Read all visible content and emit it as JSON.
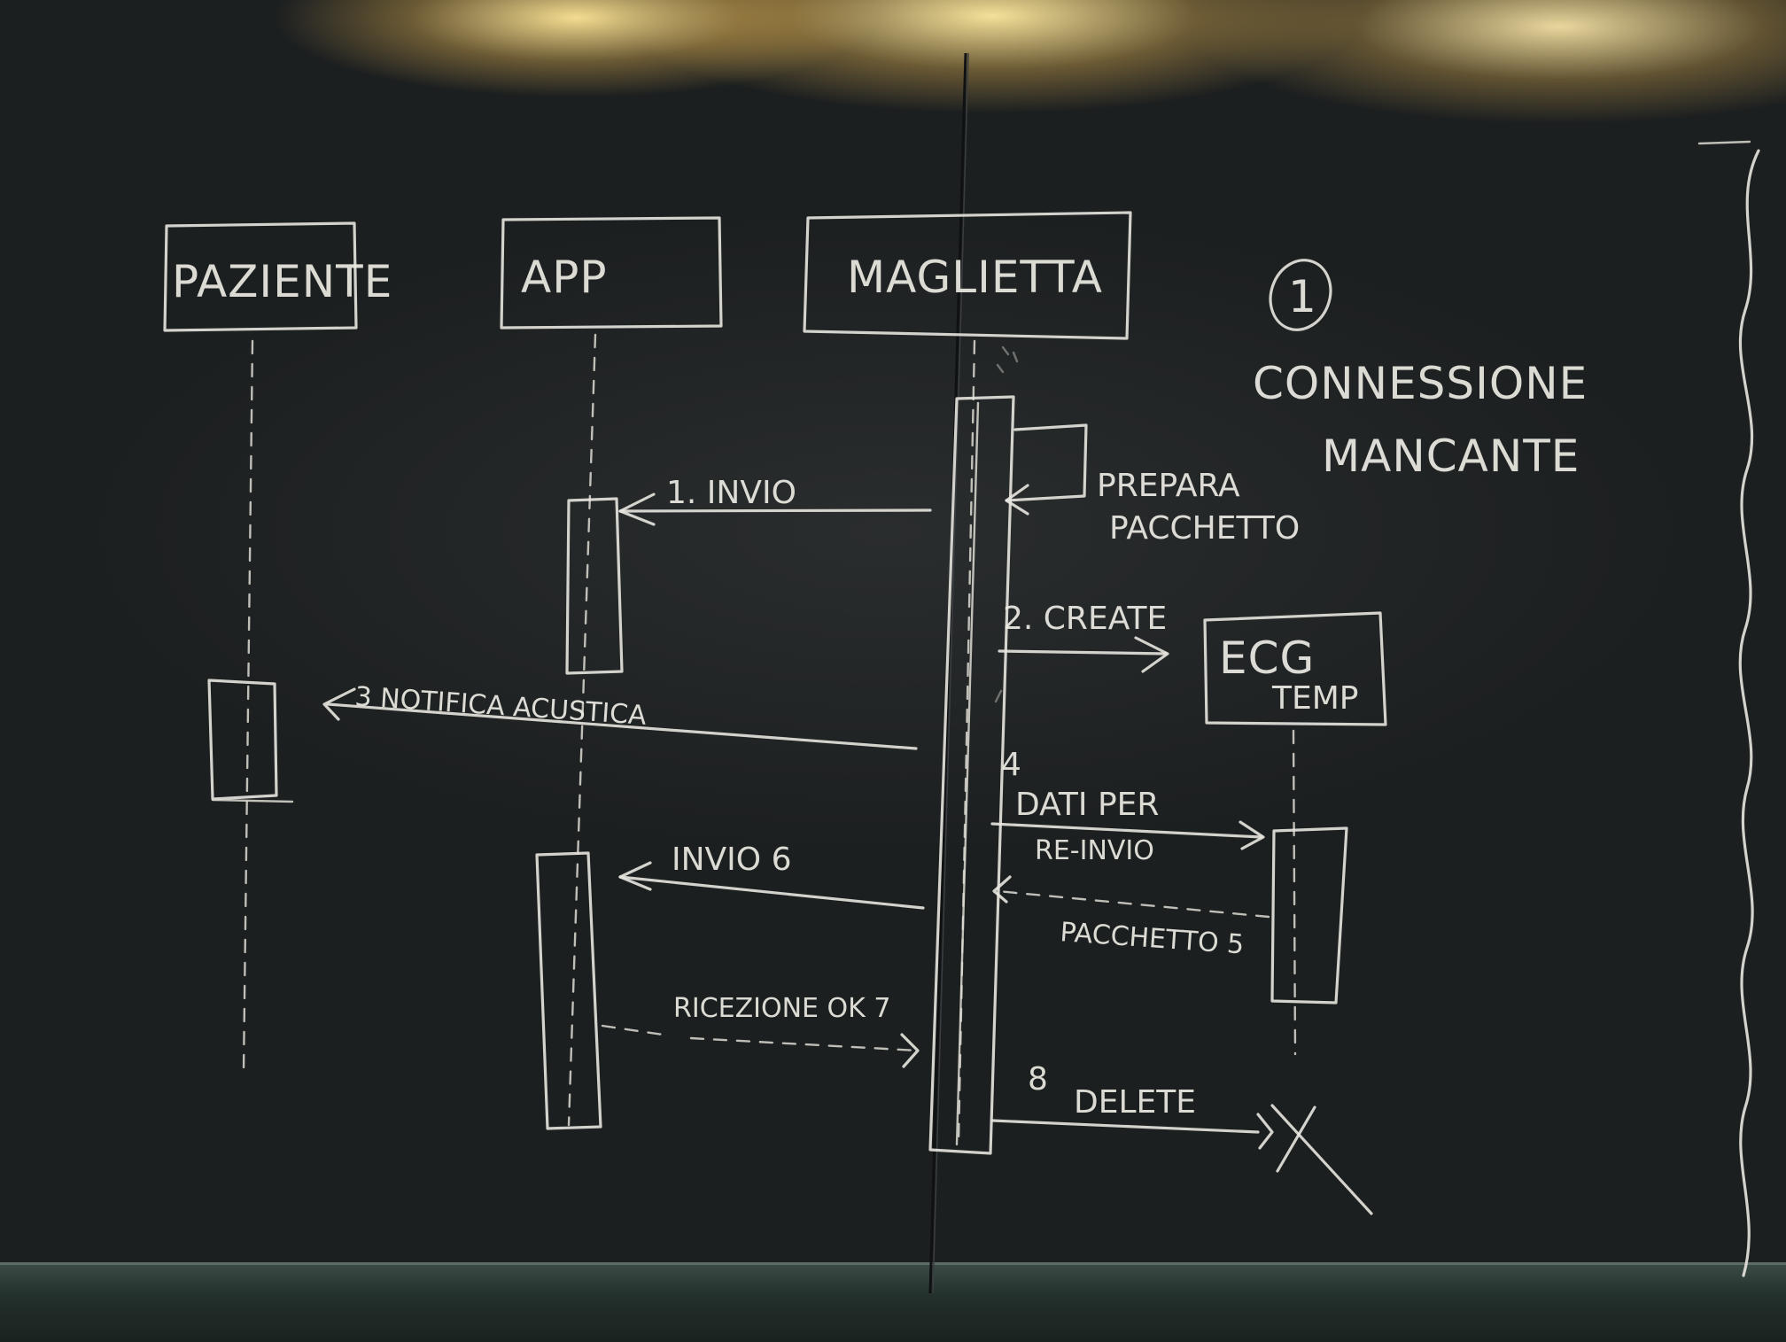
{
  "participants": {
    "paziente": "PAZIENTE",
    "app": "APP",
    "maglietta": "MAGLIETTA",
    "ecg_line1": "ECG",
    "ecg_line2": "TEMP"
  },
  "scenario": {
    "number": "1",
    "title_line1": "CONNESSIONE",
    "title_line2": "MANCANTE"
  },
  "messages": {
    "self_line1": "PREPARA",
    "self_line2": "PACCHETTO",
    "m1": "1. INVIO",
    "m2": "2. CREATE",
    "m3": "3 NOTIFICA ACUSTICA",
    "m4_num": "4",
    "m4_line1": "DATI PER",
    "m4_line2": "RE-INVIO",
    "m5": "PACCHETTO 5",
    "m6": "INVIO 6",
    "m7": "RICEZIONE OK 7",
    "m8_num": "8",
    "m8": "DELETE"
  },
  "colors": {
    "board": "#1b1e1f",
    "chalk": "#e8e6df"
  }
}
